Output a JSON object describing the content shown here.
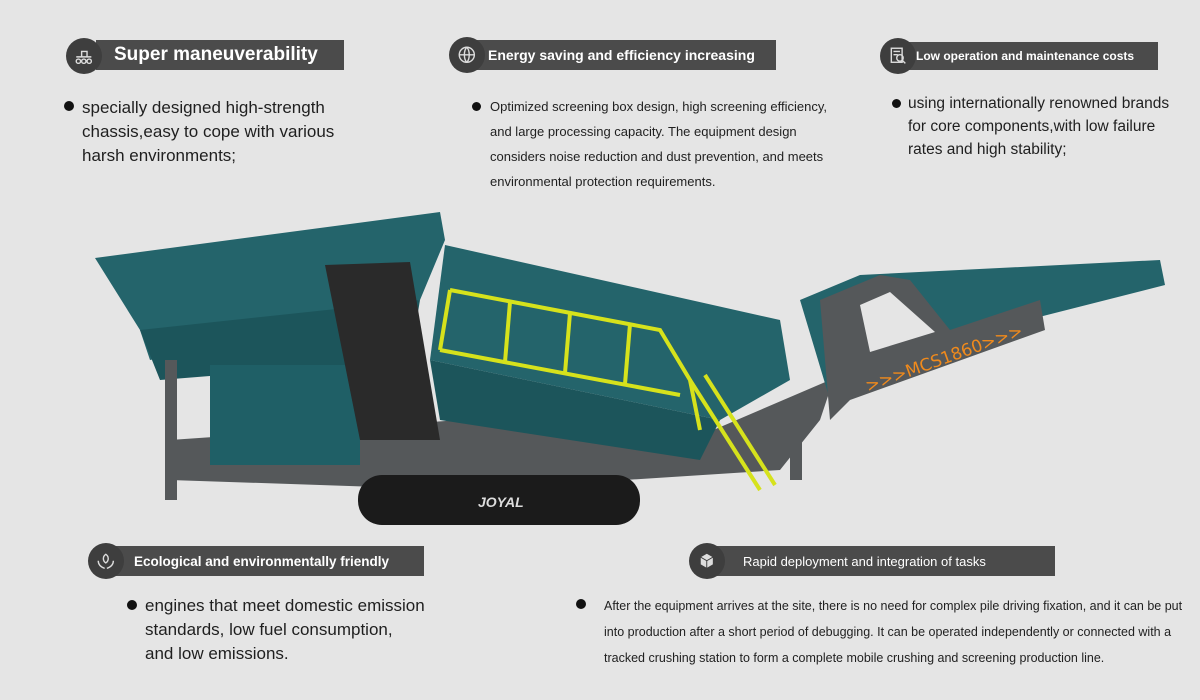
{
  "features": [
    {
      "title": "Super maneuverability",
      "icon": "rover-icon",
      "text": "specially designed high-strength chassis,easy to cope with various harsh environments;"
    },
    {
      "title": "Energy saving and efficiency increasing",
      "icon": "eco-globe-icon",
      "text": "Optimized screening box design, high screening efficiency, and large processing capacity. The equipment design considers noise reduction and dust prevention, and meets environmental protection requirements."
    },
    {
      "title": "Low operation and maintenance costs",
      "icon": "document-search-icon",
      "text": "using internationally renowned brands for core components,with low failure rates and high stability;"
    },
    {
      "title": "Ecological and environmentally friendly",
      "icon": "hands-leaf-icon",
      "text": "engines that meet domestic emission standards, low fuel consumption, and low emissions."
    },
    {
      "title": "Rapid deployment and integration of tasks",
      "icon": "cube-icon",
      "text": "After the equipment arrives at the site, there is no need for complex pile driving fixation, and it can be put into production after a short period of debugging. It can be operated independently or connected with a tracked crushing station to form a complete mobile crushing and screening production line."
    }
  ],
  "machine": {
    "model_label": ">>>MCS1860>>>",
    "brand_logo": "JOYAL"
  },
  "colors": {
    "background": "#e5e5e5",
    "header_bar": "#4b4b4b",
    "machine_teal": "#1f5f66",
    "frame_gray": "#55585a",
    "rail_yellow": "#d6e21c",
    "model_orange": "#f08a1c"
  }
}
